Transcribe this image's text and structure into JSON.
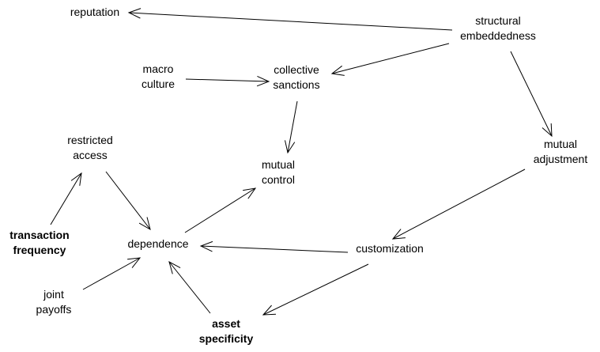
{
  "nodes": {
    "reputation": {
      "lines": [
        "reputation"
      ],
      "bold": false
    },
    "structural_embeddedness": {
      "lines": [
        "structural",
        "embeddedness"
      ],
      "bold": false
    },
    "macro_culture": {
      "lines": [
        "macro",
        "culture"
      ],
      "bold": false
    },
    "collective_sanctions": {
      "lines": [
        "collective",
        "sanctions"
      ],
      "bold": false
    },
    "restricted_access": {
      "lines": [
        "restricted",
        "access"
      ],
      "bold": false
    },
    "mutual_control": {
      "lines": [
        "mutual",
        "control"
      ],
      "bold": false
    },
    "mutual_adjustment": {
      "lines": [
        "mutual",
        "adjustment"
      ],
      "bold": false
    },
    "transaction_frequency": {
      "lines": [
        "transaction",
        "frequency"
      ],
      "bold": true
    },
    "dependence": {
      "lines": [
        "dependence"
      ],
      "bold": false
    },
    "customization": {
      "lines": [
        "customization"
      ],
      "bold": false
    },
    "joint_payoffs": {
      "lines": [
        "joint",
        "payoffs"
      ],
      "bold": false
    },
    "asset_specificity": {
      "lines": [
        "asset",
        "specificity"
      ],
      "bold": true
    }
  },
  "edges": [
    {
      "from": "structural_embeddedness",
      "to": "reputation"
    },
    {
      "from": "structural_embeddedness",
      "to": "collective_sanctions"
    },
    {
      "from": "structural_embeddedness",
      "to": "mutual_adjustment"
    },
    {
      "from": "macro_culture",
      "to": "collective_sanctions"
    },
    {
      "from": "collective_sanctions",
      "to": "mutual_control"
    },
    {
      "from": "transaction_frequency",
      "to": "restricted_access"
    },
    {
      "from": "restricted_access",
      "to": "dependence"
    },
    {
      "from": "dependence",
      "to": "mutual_control"
    },
    {
      "from": "mutual_adjustment",
      "to": "customization"
    },
    {
      "from": "customization",
      "to": "dependence"
    },
    {
      "from": "customization",
      "to": "asset_specificity"
    },
    {
      "from": "joint_payoffs",
      "to": "dependence"
    },
    {
      "from": "asset_specificity",
      "to": "dependence"
    }
  ]
}
